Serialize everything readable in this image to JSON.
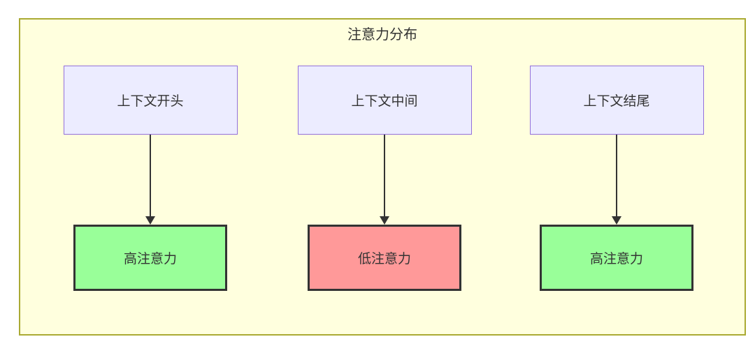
{
  "diagram": {
    "title": "注意力分布",
    "columns": [
      {
        "source": "上下文开头",
        "result": "高注意力",
        "level": "high"
      },
      {
        "source": "上下文中间",
        "result": "低注意力",
        "level": "low"
      },
      {
        "source": "上下文结尾",
        "result": "高注意力",
        "level": "high"
      }
    ],
    "colors": {
      "container_fill": "#ffffde",
      "container_border": "#aaaa33",
      "source_fill": "#ECECFF",
      "source_border": "#9370DB",
      "high_fill": "#99ff99",
      "low_fill": "#ff9999",
      "result_border": "#333333",
      "edge_color": "#333333",
      "text_color": "#333333"
    }
  }
}
